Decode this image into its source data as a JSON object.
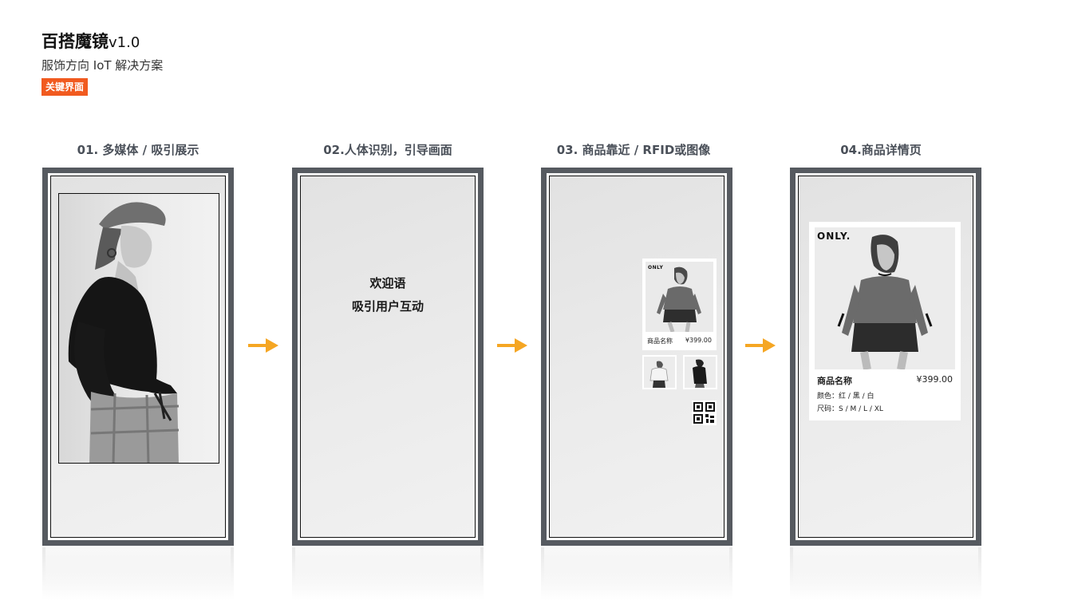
{
  "header": {
    "title": "百搭魔镜",
    "version": "v1.0",
    "subtitle": "服饰方向 IoT 解决方案",
    "tag": "关键界面"
  },
  "steps": [
    {
      "label": "01. 多媒体 / 吸引展示"
    },
    {
      "label": "02.人体识别，引导画面",
      "welcome_line1": "欢迎语",
      "welcome_line2": "吸引用户互动"
    },
    {
      "label": "03. 商品靠近 / RFID或图像",
      "brand": "ONLY",
      "product_name": "商品名称",
      "price": "¥399.00"
    },
    {
      "label": "04.商品详情页",
      "brand": "ONLY.",
      "product_name": "商品名称",
      "price": "¥399.00",
      "colors": "颜色：红 / 黑 / 白",
      "sizes": "尺码：S / M / L / XL"
    }
  ],
  "colors": {
    "accent": "#f15a1f",
    "arrow": "#f5a623",
    "frame": "#565a60"
  },
  "icons": [
    "arrow-right-icon",
    "qr-code-icon"
  ]
}
